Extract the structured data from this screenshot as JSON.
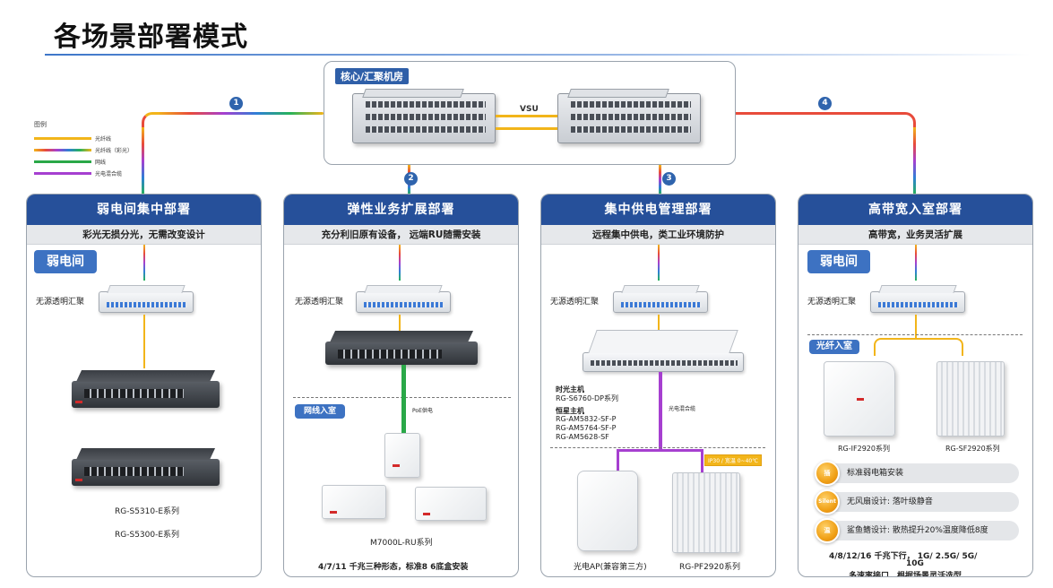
{
  "title": "各场景部署模式",
  "core": {
    "label": "核心/汇聚机房",
    "vsu": "VSU"
  },
  "legend": {
    "title": "图例",
    "items": [
      {
        "label": "光纤线",
        "color": "#f2b51a"
      },
      {
        "label": "光纤线（彩光）",
        "color": "rainbow"
      },
      {
        "label": "网线",
        "color": "#2aa848"
      },
      {
        "label": "光电混合缆",
        "color": "#a63fd0"
      }
    ]
  },
  "badges": [
    "1",
    "2",
    "3",
    "4"
  ],
  "cards": [
    {
      "title": "弱电间集中部署",
      "subtitle": "彩光无损分光，无需改变设计",
      "tag": "弱电间",
      "odf_label": "无源透明汇聚",
      "models": [
        "RG-S5310-E系列",
        "RG-S5300-E系列"
      ]
    },
    {
      "title": "弹性业务扩展部署",
      "subtitle": "充分利旧原有设备， 远端RU随需安装",
      "odf_label": "无源透明汇聚",
      "tag": "网线入室",
      "poe": "PoE供电",
      "model": "M7000L-RU系列",
      "footer": "4/7/11 千兆三种形态，标准8 6底盒安装"
    },
    {
      "title": "集中供电管理部署",
      "subtitle": "远程集中供电，类工业环境防护",
      "odf_label": "无源透明汇聚",
      "host1_title": "时光主机",
      "host1_model": "RG-S6760-DP系列",
      "host2_title": "恒星主机",
      "host2_models": [
        "RG-AM5832-SF-P",
        "RG-AM5764-SF-P",
        "RG-AM5628-SF"
      ],
      "cable": "光电混合缆",
      "ip_tag": "IP30 / 宽温 0~40℃",
      "ap_label": "光电AP(兼容第三方)",
      "model": "RG-PF2920系列"
    },
    {
      "title": "高带宽入室部署",
      "subtitle": "高带宽，业务灵活扩展",
      "tag": "弱电间",
      "odf_label": "无源透明汇聚",
      "tag2": "光纤入室",
      "model1": "RG-IF2920系列",
      "model2": "RG-SF2920系列",
      "features": [
        {
          "icon": "插",
          "text": "标准弱电箱安装"
        },
        {
          "icon": "Silent",
          "text": "无风扇设计: 落叶级静音"
        },
        {
          "icon": "温",
          "text": "鲨鱼鳍设计: 散热提升20%温度降低8度"
        }
      ],
      "footer_line1": "4/8/12/16 千兆下行， 1G/ 2.5G/ 5G/",
      "footer_line2": "10G",
      "footer_line3": "多速率接口，根据场景灵活选型"
    }
  ]
}
